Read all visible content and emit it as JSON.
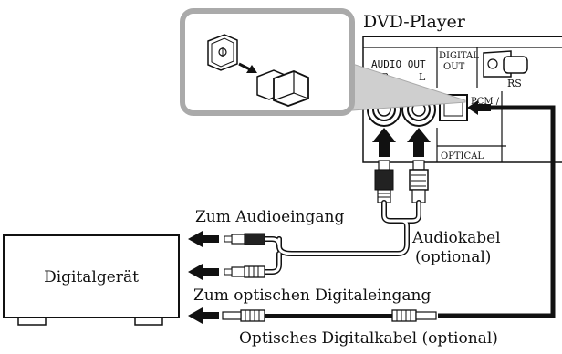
{
  "player": {
    "title": "DVD-Player",
    "audio_out": "AUDIO OUT",
    "channel_r": "R",
    "channel_l": "L",
    "digital_out_line1": "DIGITAL",
    "digital_out_line2": "OUT",
    "optical": "OPTICAL",
    "pcm": "PCM /",
    "rs_port": "RS"
  },
  "device": {
    "label": "Digitalgerät"
  },
  "labels": {
    "audio_input": "Zum Audioeingang",
    "audio_cable_line1": "Audiokabel",
    "audio_cable_line2": "(optional)",
    "optical_input": "Zum optischen Digitaleingang",
    "optical_cable": "Optisches Digitalkabel (optional)"
  }
}
